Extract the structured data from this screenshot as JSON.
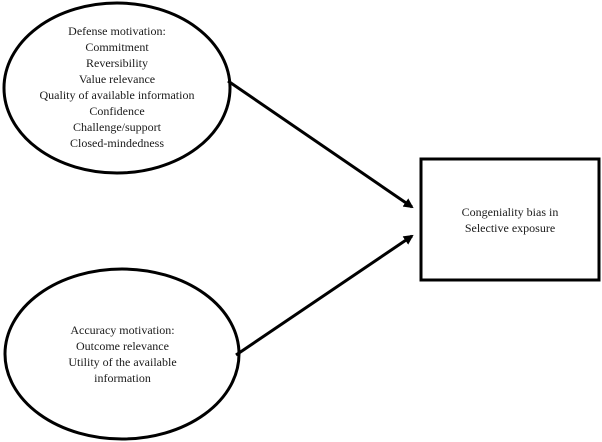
{
  "diagram": {
    "defense_node": {
      "title": "Defense motivation:",
      "items": [
        "Commitment",
        "Reversibility",
        "Value relevance",
        "Quality of available information",
        "Confidence",
        "Challenge/support",
        "Closed-mindedness"
      ]
    },
    "accuracy_node": {
      "title": "Accuracy motivation:",
      "items": [
        "Outcome relevance",
        "Utility of the available",
        "information"
      ]
    },
    "outcome_node": {
      "lines": [
        "Congeniality bias in",
        "Selective exposure"
      ]
    },
    "edges": [
      {
        "from": "Defense motivation",
        "to": "Congeniality bias in Selective exposure"
      },
      {
        "from": "Accuracy motivation",
        "to": "Congeniality bias in Selective exposure"
      }
    ]
  }
}
